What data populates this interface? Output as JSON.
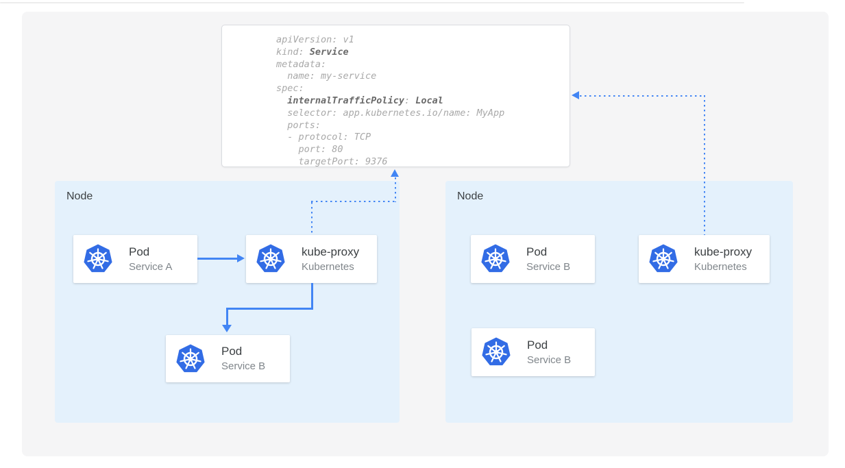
{
  "yaml_card": {
    "lines": [
      {
        "segments": [
          {
            "text": "apiVersion: v1",
            "bold": false
          }
        ]
      },
      {
        "segments": [
          {
            "text": "kind: ",
            "bold": false
          },
          {
            "text": "Service",
            "bold": true
          }
        ]
      },
      {
        "segments": [
          {
            "text": "metadata:",
            "bold": false
          }
        ]
      },
      {
        "segments": [
          {
            "text": "  name: my-service",
            "bold": false
          }
        ]
      },
      {
        "segments": [
          {
            "text": "spec:",
            "bold": false
          }
        ]
      },
      {
        "segments": [
          {
            "text": "  ",
            "bold": false
          },
          {
            "text": "internalTrafficPolicy",
            "bold": true
          },
          {
            "text": ": ",
            "bold": false
          },
          {
            "text": "Local",
            "bold": true
          }
        ]
      },
      {
        "segments": [
          {
            "text": "  selector: app.kubernetes.io/name: MyApp",
            "bold": false
          }
        ]
      },
      {
        "segments": [
          {
            "text": "  ports:",
            "bold": false
          }
        ]
      },
      {
        "segments": [
          {
            "text": "  - protocol: TCP",
            "bold": false
          }
        ]
      },
      {
        "segments": [
          {
            "text": "    port: 80",
            "bold": false
          }
        ]
      },
      {
        "segments": [
          {
            "text": "    targetPort: 9376",
            "bold": false
          }
        ]
      }
    ]
  },
  "nodes": [
    {
      "label": "Node",
      "cards": [
        {
          "title": "Pod",
          "subtitle": "Service A",
          "icon": "kubernetes-wheel-icon"
        },
        {
          "title": "kube-proxy",
          "subtitle": "Kubernetes",
          "icon": "kubernetes-wheel-icon"
        },
        {
          "title": "Pod",
          "subtitle": "Service B",
          "icon": "kubernetes-wheel-icon"
        }
      ]
    },
    {
      "label": "Node",
      "cards": [
        {
          "title": "Pod",
          "subtitle": "Service B",
          "icon": "kubernetes-wheel-icon"
        },
        {
          "title": "kube-proxy",
          "subtitle": "Kubernetes",
          "icon": "kubernetes-wheel-icon"
        },
        {
          "title": "Pod",
          "subtitle": "Service B",
          "icon": "kubernetes-wheel-icon"
        }
      ]
    }
  ],
  "connectors": {
    "solid": [
      {
        "name": "pod-a-to-kube-proxy",
        "style": "solid-arrow"
      },
      {
        "name": "kube-proxy-to-pod-b",
        "style": "solid-elbow-arrow"
      }
    ],
    "dotted": [
      {
        "name": "kube-proxy-left-to-service-yaml",
        "style": "dotted-elbow-arrow"
      },
      {
        "name": "kube-proxy-right-to-service-yaml",
        "style": "dotted-elbow-arrow"
      }
    ]
  },
  "colors": {
    "arrow_blue": "#4285f4",
    "kubernetes_blue": "#326ce5",
    "node_background": "#e4f1fc",
    "panel_background": "#f5f5f6",
    "yaml_text": "#a8a8a8",
    "yaml_bold_text": "#6a6a6a",
    "title_text": "#3c4043",
    "subtitle_text": "#80868b"
  }
}
